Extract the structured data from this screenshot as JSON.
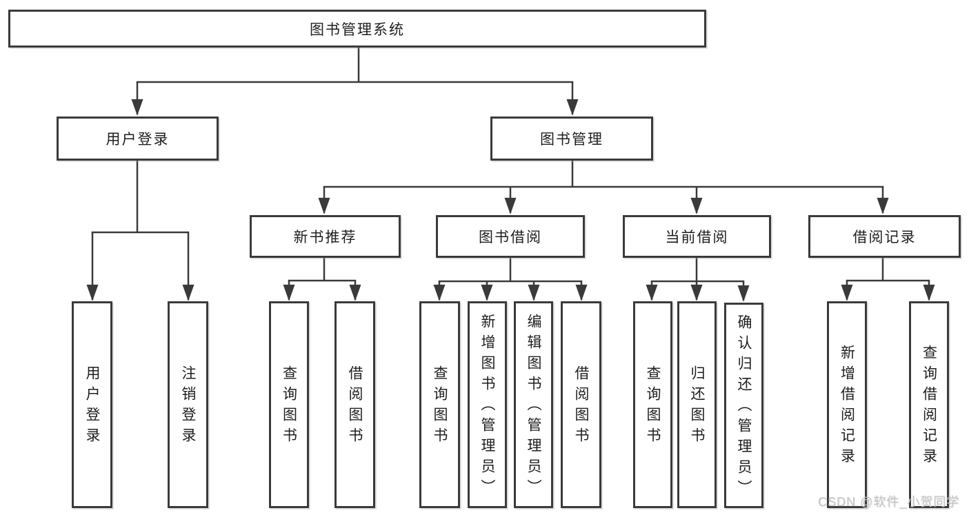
{
  "diagram": {
    "root": "图书管理系统",
    "user": {
      "label": "用户登录",
      "children": [
        "用户登录",
        "注销登录"
      ]
    },
    "book": {
      "label": "图书管理",
      "sections": [
        {
          "label": "新书推荐",
          "children": [
            "查询图书",
            "借阅图书"
          ]
        },
        {
          "label": "图书借阅",
          "children": [
            "查询图书",
            "新增图书（管理员）",
            "编辑图书（管理员）",
            "借阅图书"
          ]
        },
        {
          "label": "当前借阅",
          "children": [
            "查询图书",
            "归还图书",
            "确认归还（管理员）"
          ]
        },
        {
          "label": "借阅记录",
          "children": [
            "新增借阅记录",
            "查询借阅记录"
          ]
        }
      ]
    }
  },
  "watermark": {
    "text": "CSDN @软件_小贺同学"
  },
  "colors": {
    "line": "#3a3a3a",
    "border": "#3a3a3a",
    "text": "#1e1e1e",
    "watermark": "#c6c6c6",
    "background": "#ffffff"
  }
}
